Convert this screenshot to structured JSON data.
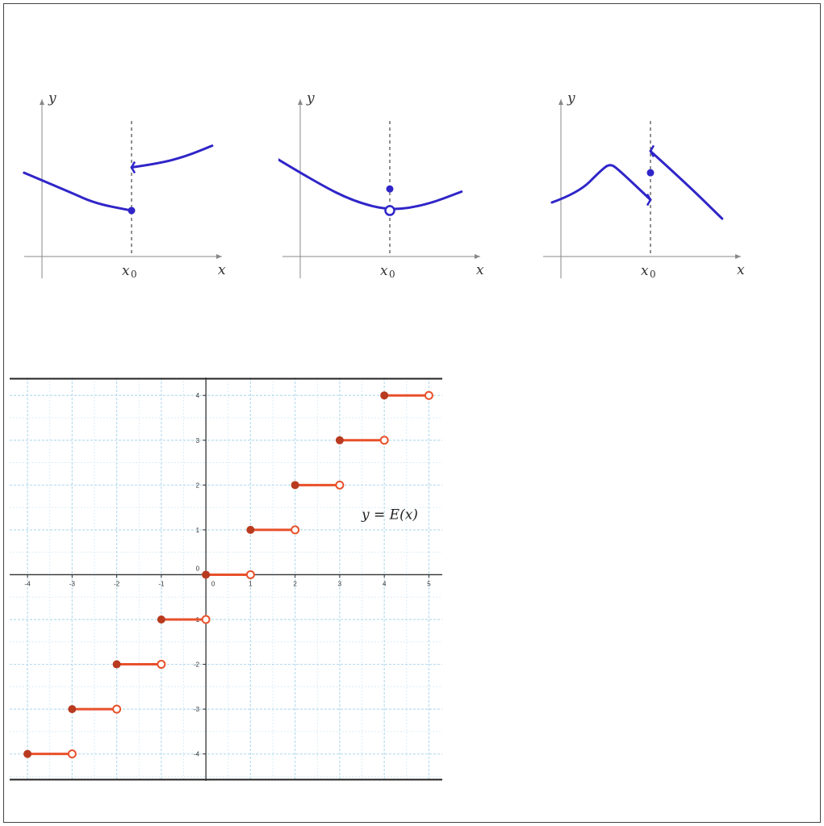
{
  "colors": {
    "curve": "#2f25c8",
    "axis": "#888888",
    "dashed": "#555555",
    "step": "#e8502a",
    "step_dot": "#b83a1f",
    "grid_major": "#b8dcef",
    "grid_minor": "#dcedf7",
    "frame": "#444444"
  },
  "chart_data": [
    {
      "type": "line",
      "axes": {
        "x_label": "x",
        "y_label": "y",
        "x0_label": "x",
        "x0_sub": "0"
      },
      "series": [
        {
          "x": [
            -0.2,
            0.3,
            0.6,
            1.0
          ],
          "y": [
            1.55,
            1.2,
            0.98,
            0.85
          ]
        },
        {
          "x": [
            1.0,
            1.3,
            1.6,
            1.9
          ],
          "y": [
            1.65,
            1.72,
            1.85,
            2.05
          ]
        }
      ],
      "points": [
        {
          "x": 1.0,
          "y": 0.85,
          "kind": "filled"
        }
      ]
    },
    {
      "type": "line",
      "axes": {
        "x_label": "x",
        "y_label": "y",
        "x0_label": "x",
        "x0_sub": "0"
      },
      "series": [
        {
          "x": [
            -0.25,
            0.2,
            0.6,
            1.0,
            1.4,
            1.8
          ],
          "y": [
            1.8,
            1.35,
            1.02,
            0.85,
            0.95,
            1.2
          ]
        }
      ],
      "points": [
        {
          "x": 1.0,
          "y": 0.85,
          "kind": "open"
        },
        {
          "x": 1.0,
          "y": 1.25,
          "kind": "filled"
        }
      ]
    },
    {
      "type": "line",
      "axes": {
        "x_label": "x",
        "y_label": "y",
        "x0_label": "x",
        "x0_sub": "0"
      },
      "series": [
        {
          "x": [
            -0.1,
            0.2,
            0.45,
            0.55,
            0.65,
            1.0
          ],
          "y": [
            1.0,
            1.18,
            1.6,
            1.72,
            1.6,
            1.05
          ]
        },
        {
          "x": [
            1.0,
            1.4,
            1.8
          ],
          "y": [
            1.95,
            1.35,
            0.7
          ]
        }
      ],
      "points": [
        {
          "x": 1.0,
          "y": 1.55,
          "kind": "filled"
        }
      ]
    },
    {
      "type": "line",
      "title": "y = E(x)",
      "xlim": [
        -4.4,
        5.3
      ],
      "ylim": [
        -4.6,
        4.4
      ],
      "x_ticks": [
        -4,
        -3,
        -2,
        -1,
        0,
        1,
        2,
        3,
        4,
        5
      ],
      "y_ticks": [
        -4,
        -3,
        -2,
        -1,
        0,
        1,
        2,
        3,
        4
      ],
      "x_tick_labels": [
        "-4",
        "-3",
        "-2",
        "-1",
        "0",
        "1",
        "2",
        "3",
        "4",
        "5"
      ],
      "y_tick_labels": [
        "-4",
        "-3",
        "-2",
        "-1",
        "0",
        "1",
        "2",
        "3",
        "4"
      ],
      "grid": true,
      "steps": [
        {
          "x_start": -4,
          "x_end": -3,
          "y": -4
        },
        {
          "x_start": -3,
          "x_end": -2,
          "y": -3
        },
        {
          "x_start": -2,
          "x_end": -1,
          "y": -2
        },
        {
          "x_start": -1,
          "x_end": 0,
          "y": -1
        },
        {
          "x_start": 0,
          "x_end": 1,
          "y": 0
        },
        {
          "x_start": 1,
          "x_end": 2,
          "y": 1
        },
        {
          "x_start": 2,
          "x_end": 3,
          "y": 2
        },
        {
          "x_start": 3,
          "x_end": 4,
          "y": 3
        },
        {
          "x_start": 4,
          "x_end": 5,
          "y": 4
        }
      ]
    }
  ]
}
